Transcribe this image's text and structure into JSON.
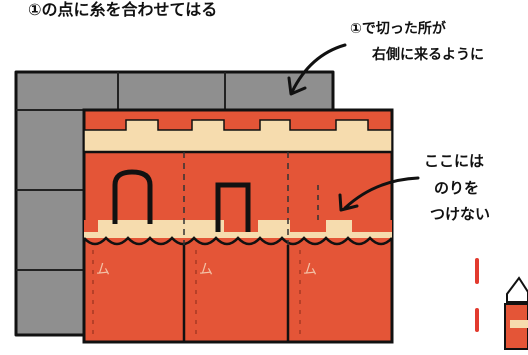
{
  "top_caption": "①の点に糸を合わせてはる",
  "annotation_cut": {
    "line1": "①で切った所が",
    "line2": "右側に来るように"
  },
  "annotation_glue": {
    "line1": "ここには",
    "line2": "のりを",
    "line3": "つけない"
  },
  "panel_marks": [
    "ム",
    "ム",
    "ム"
  ],
  "colors": {
    "gray_sheet": "#8f8f8f",
    "red_sheet": "#e45537",
    "cream_band": "#f6dcae",
    "outline": "#111111",
    "red_mark": "#e23a2e"
  }
}
